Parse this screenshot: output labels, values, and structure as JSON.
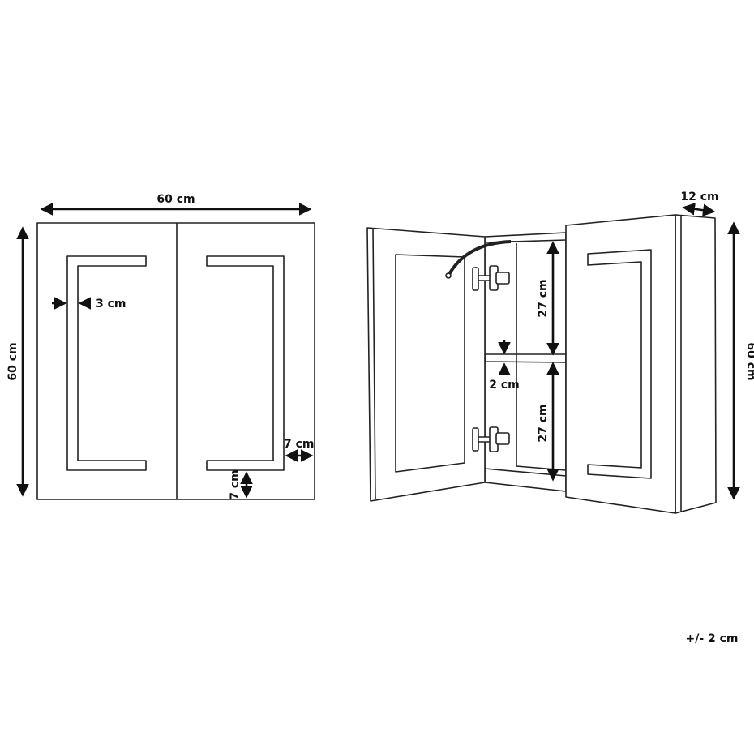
{
  "front_view": {
    "width_label": "60 cm",
    "height_label": "60 cm",
    "frame_inset_label": "3 cm",
    "side_margin_label": "7 cm",
    "bottom_margin_label": "7 cm"
  },
  "open_view": {
    "depth_label": "12 cm",
    "height_label": "60 cm",
    "upper_compartment_label": "27 cm",
    "lower_compartment_label": "27 cm",
    "shelf_thickness_label": "2 cm"
  },
  "tolerance_label": "+/- 2 cm"
}
